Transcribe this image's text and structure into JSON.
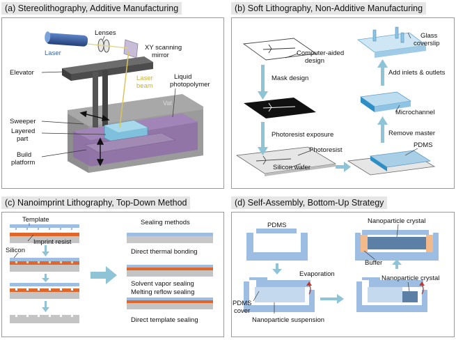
{
  "panels": {
    "a": {
      "title": "(a) Stereolithography, Additive Manufacturing",
      "labels": {
        "laser": "Laser",
        "lenses": "Lenses",
        "xy_mirror_1": "XY scanning",
        "xy_mirror_2": "mirror",
        "elevator": "Elevator",
        "laser_beam_1": "Laser",
        "laser_beam_2": "beam",
        "liquid_1": "Liquid",
        "liquid_2": "photopolymer",
        "vat": "Vat",
        "sweeper": "Sweeper",
        "layered_1": "Layered",
        "layered_2": "part",
        "build_1": "Build",
        "build_2": "platform"
      }
    },
    "b": {
      "title": "(b) Soft Lithography, Non-Additive Manufacturing",
      "labels": {
        "cad_1": "Computer-aided",
        "cad_2": "design",
        "mask_design": "Mask design",
        "photoresist_exposure": "Photoresist exposure",
        "photoresist": "Photoresist",
        "silicon_wafer": "Silicon wafer",
        "glass_1": "Glass",
        "glass_2": "coverslip",
        "add_inlets": "Add inlets & outlets",
        "microchannel": "Microchannel",
        "remove_master": "Remove master",
        "pdms": "PDMS"
      }
    },
    "c": {
      "title": "(c) Nanoimprint Lithography, Top-Down Method",
      "labels": {
        "template": "Template",
        "imprint_resist": "Imprint resist",
        "silicon": "Silicon",
        "sealing_methods": "Sealing methods",
        "direct_thermal": "Direct thermal bonding",
        "solvent_vapor": "Solvent vapor sealing",
        "melting_reflow": "Melting reflow sealing",
        "direct_template": "Direct template sealing"
      }
    },
    "d": {
      "title": "(d) Self-Assembly, Bottom-Up Strategy",
      "labels": {
        "pdms": "PDMS",
        "nano_crystal_top": "Nanoparticle crystal",
        "buffer": "Buffer",
        "evaporation": "Evaporation",
        "nano_crystal_bottom": "Nanoparticle crystal",
        "pdms_cover_1": "PDMS",
        "pdms_cover_2": "cover",
        "nano_suspension": "Nanoparticle suspension"
      }
    }
  },
  "colors": {
    "title_bg": "#e6e6e6",
    "frame": "#9a9a9a",
    "arrow": "#8fc3d6",
    "laser_blue": "#3a64a8",
    "beam_yellow": "#d9c65a",
    "photopolymer": "#8f6fa8",
    "part_blue": "#7fc0dc",
    "pdms_blue": "#9dbde3",
    "resist_orange": "#e0672a",
    "silicon_grey": "#c4c4c4",
    "buffer_tan": "#f2b98a",
    "crystal_dark": "#5c7fa6",
    "evap_red": "#c0392b"
  }
}
